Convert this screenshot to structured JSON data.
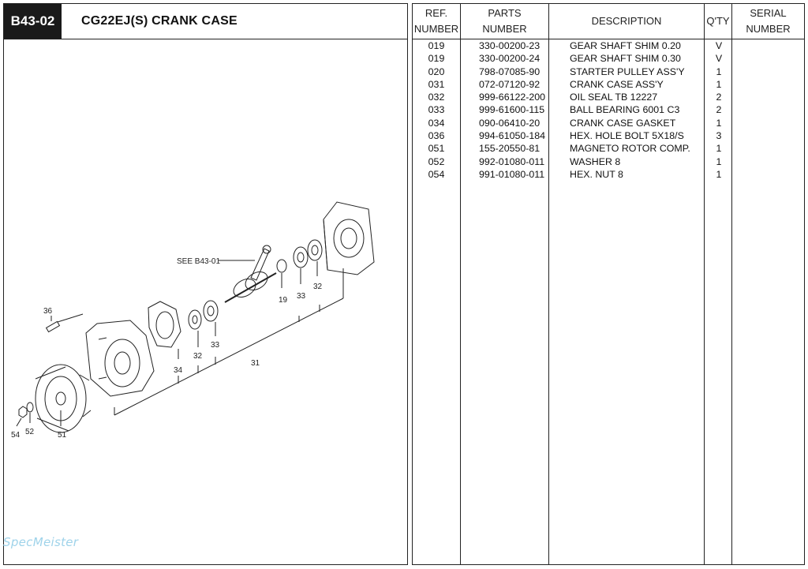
{
  "header": {
    "page_code": "B43-02",
    "title": "CG22EJ(S)  CRANK CASE"
  },
  "table": {
    "columns": {
      "ref": [
        "REF.",
        "NUMBER"
      ],
      "parts": [
        "PARTS",
        "NUMBER"
      ],
      "description": "DESCRIPTION",
      "qty": "Q'TY",
      "serial": [
        "SERIAL",
        "NUMBER"
      ]
    },
    "rows": [
      {
        "ref": "019",
        "part": "330-00200-23",
        "desc": "GEAR SHAFT SHIM 0.20",
        "qty": "V"
      },
      {
        "ref": "019",
        "part": "330-00200-24",
        "desc": "GEAR SHAFT SHIM 0.30",
        "qty": "V"
      },
      {
        "ref": "020",
        "part": "798-07085-90",
        "desc": "STARTER PULLEY ASS'Y",
        "qty": "1"
      },
      {
        "ref": "031",
        "part": "072-07120-92",
        "desc": "CRANK CASE ASS'Y",
        "qty": "1"
      },
      {
        "ref": "032",
        "part": "999-66122-200",
        "desc": "OIL SEAL TB 12227",
        "qty": "2"
      },
      {
        "ref": "033",
        "part": "999-61600-115",
        "desc": "BALL BEARING 6001 C3",
        "qty": "2"
      },
      {
        "ref": "034",
        "part": "090-06410-20",
        "desc": "CRANK CASE GASKET",
        "qty": "1"
      },
      {
        "ref": "036",
        "part": "994-61050-184",
        "desc": "HEX. HOLE BOLT 5X18/S",
        "qty": "3"
      },
      {
        "ref": "051",
        "part": "155-20550-81",
        "desc": "MAGNETO ROTOR COMP.",
        "qty": "1"
      },
      {
        "ref": "052",
        "part": "992-01080-011",
        "desc": "WASHER 8",
        "qty": "1"
      },
      {
        "ref": "054",
        "part": "991-01080-011",
        "desc": "HEX. NUT 8",
        "qty": "1"
      }
    ]
  },
  "diagram": {
    "see_ref": "SEE B43-01",
    "callouts": {
      "c36": "36",
      "c34": "34",
      "c32a": "32",
      "c33a": "33",
      "c31": "31",
      "c19": "19",
      "c33b": "33",
      "c32b": "32",
      "c54": "54",
      "c52": "52",
      "c51": "51"
    }
  },
  "watermark": "SpecMeister"
}
